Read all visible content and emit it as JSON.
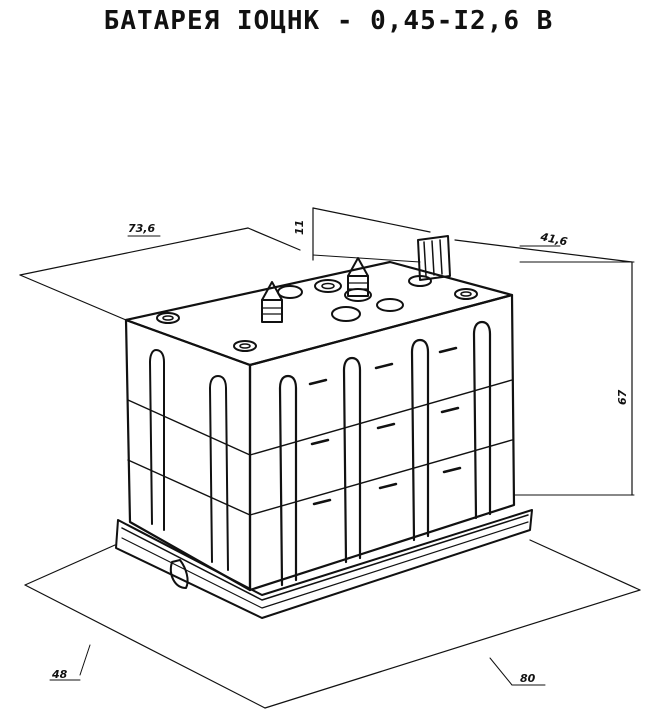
{
  "title": "БАТАРЕЯ IОЦНК - 0,45-I2,6 В",
  "dimensions": {
    "top_length": "73,6",
    "top_width": "41,6",
    "terminal_height": "11",
    "height": "67",
    "base_width": "48",
    "base_length": "80"
  }
}
